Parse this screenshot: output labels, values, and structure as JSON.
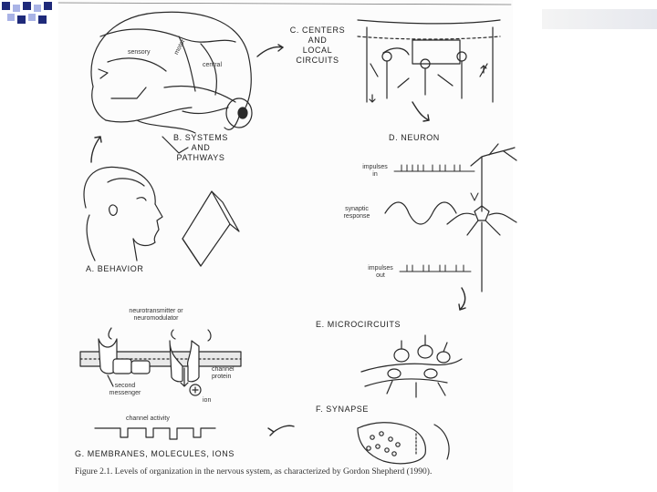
{
  "labels": {
    "centers": "C. CENTERS\nAND\nLOCAL\nCIRCUITS",
    "systems": "B. SYSTEMS\nAND\nPATHWAYS",
    "neuron": "D. NEURON",
    "behavior": "A. BEHAVIOR",
    "microcircuits": "E. MICROCIRCUITS",
    "synapse": "F. SYNAPSE",
    "membranes": "G. MEMBRANES, MOLECULES, IONS",
    "sensory": "sensory",
    "motor": "motor",
    "central": "central",
    "impulses_in": "impulses\nin",
    "synaptic_response": "synaptic\nresponse",
    "impulses_out": "impulses\nout",
    "neurotransmitter": "neurotransmitter or\nneuromodulator",
    "channel_protein": "channel\nprotein",
    "second_messenger": "second\nmessenger",
    "ions": "ion",
    "channel_activity": "channel activity"
  },
  "caption": "Figure 2.1. Levels of organization in the nervous system, as characterized by Gordon Shepherd (1990).",
  "colors": {
    "accent_dark": "#1f2a7a",
    "accent_light": "#a9b3e6",
    "ink": "#2a2a2a"
  }
}
